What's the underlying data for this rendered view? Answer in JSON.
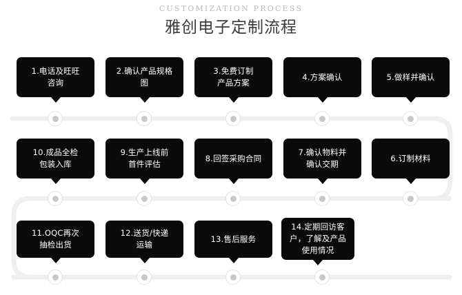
{
  "header": {
    "subtitle": "CUSTOMIZATION PROCESS",
    "title": "雅创电子定制流程"
  },
  "colors": {
    "card_bg": "#0a0a0a",
    "card_text": "#ffffff",
    "track": "#efefef",
    "node_ring": "#e2e2e2",
    "node_dot": "#c8c8c8",
    "title": "#3b3b3b",
    "subtitle": "#b9b9b9",
    "page_bg": "#ffffff"
  },
  "flow": {
    "rows": [
      {
        "direction": "left-to-right",
        "steps": [
          {
            "index": 1,
            "label": "1.电话及旺旺\n咨询"
          },
          {
            "index": 2,
            "label": "2.确认产品规格\n图"
          },
          {
            "index": 3,
            "label": "3.免费订制\n产品方案"
          },
          {
            "index": 4,
            "label": "4.方案确认"
          },
          {
            "index": 5,
            "label": "5.做样并确认"
          }
        ]
      },
      {
        "direction": "right-to-left",
        "steps": [
          {
            "index": 10,
            "label": "10.成品全检\n包装入库"
          },
          {
            "index": 9,
            "label": "9.生产上线前\n首件评估"
          },
          {
            "index": 8,
            "label": "8.回签采购合同"
          },
          {
            "index": 7,
            "label": "7.确认物料并\n确认交期"
          },
          {
            "index": 6,
            "label": "6.订制材料"
          }
        ]
      },
      {
        "direction": "left-to-right",
        "steps": [
          {
            "index": 11,
            "label": "11.OQC再次\n抽检出货"
          },
          {
            "index": 12,
            "label": "12.送货/快递\n运输"
          },
          {
            "index": 13,
            "label": "13.售后服务"
          },
          {
            "index": 14,
            "label": "14.定期回访客\n户，了解及产品\n使用情况"
          }
        ]
      }
    ],
    "node_counts": [
      5,
      5,
      4
    ]
  }
}
